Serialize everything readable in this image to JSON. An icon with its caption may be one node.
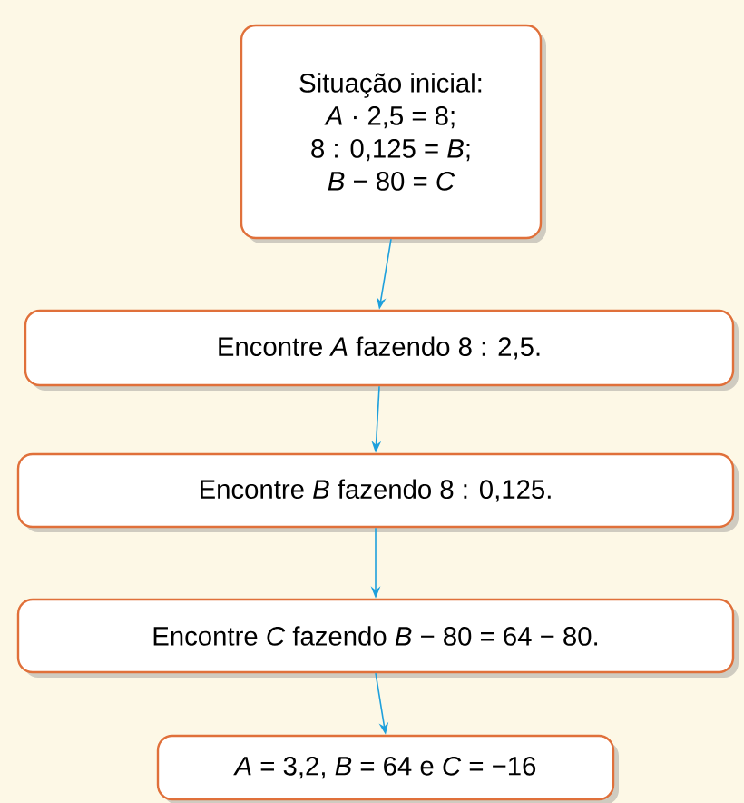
{
  "diagram": {
    "nodes": [
      {
        "text": [
          "Situação inicial:",
          "*A* · 2,5 = 8;",
          "8 : 0,125 = *B*;",
          "*B* − 80 = *C*"
        ]
      },
      {
        "text": [
          "Encontre *A* fazendo 8 : 2,5."
        ]
      },
      {
        "text": [
          "Encontre *B* fazendo 8 : 0,125."
        ]
      },
      {
        "text": [
          "Encontre *C* fazendo *B* − 80 = 64 − 80."
        ]
      },
      {
        "text": [
          "*A* = 3,2, *B* = 64 e *C* = −16"
        ]
      }
    ],
    "edges": [
      {
        "from": 0,
        "to": 1,
        "arrow": "to"
      },
      {
        "from": 1,
        "to": 2,
        "arrow": "to"
      },
      {
        "from": 2,
        "to": 3,
        "arrow": "to"
      },
      {
        "from": 3,
        "to": 4,
        "arrow": "to"
      }
    ]
  }
}
